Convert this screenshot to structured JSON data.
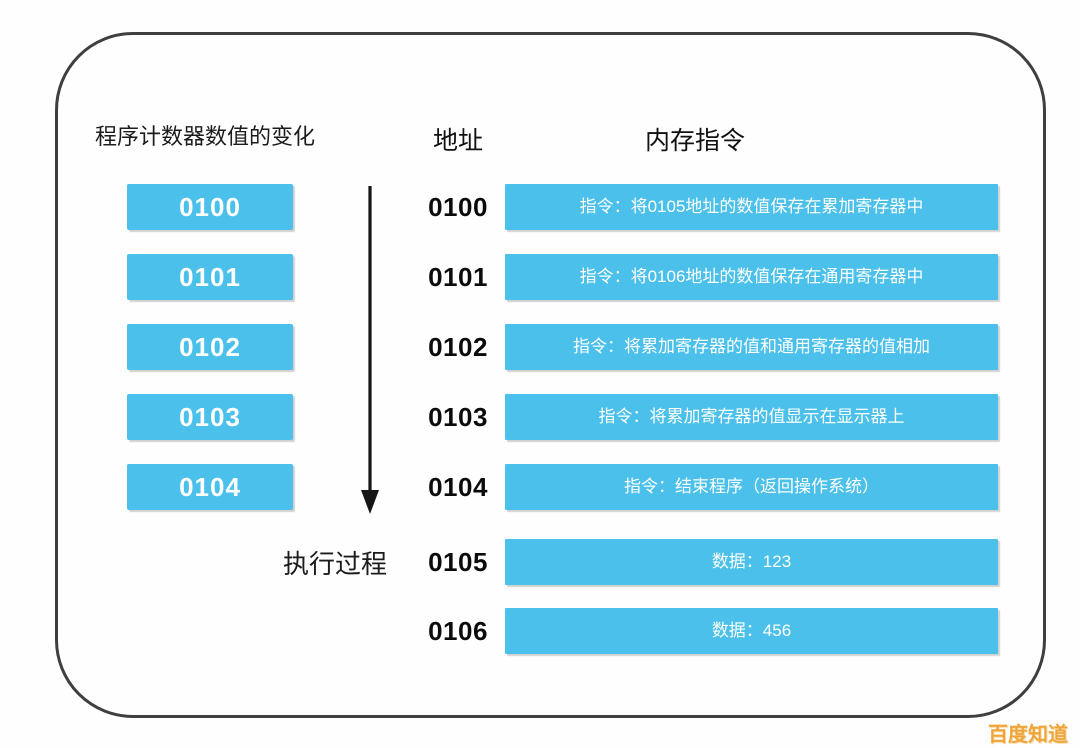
{
  "left_panel": {
    "title": "程序计数器数值的变化",
    "boxes": [
      "0100",
      "0101",
      "0102",
      "0103",
      "0104"
    ],
    "flow_label": "执行过程"
  },
  "memory_table": {
    "headers": {
      "address": "地址",
      "instruction": "内存指令"
    },
    "rows": [
      {
        "address": "0100",
        "content": "指令：将0105地址的数值保存在累加寄存器中"
      },
      {
        "address": "0101",
        "content": "指令：将0106地址的数值保存在通用寄存器中"
      },
      {
        "address": "0102",
        "content": "指令：将累加寄存器的值和通用寄存器的值相加"
      },
      {
        "address": "0103",
        "content": "指令：将累加寄存器的值显示在显示器上"
      },
      {
        "address": "0104",
        "content": "指令：结束程序（返回操作系统）"
      },
      {
        "address": "0105",
        "content": "数据：123"
      },
      {
        "address": "0106",
        "content": "数据：456"
      }
    ]
  },
  "watermark": "百度知道",
  "colors": {
    "bar_blue": "#4AC0EA",
    "bar_text": "#FFFFFF",
    "frame_border": "#3F3F3F",
    "text_dark": "#1C1C1C",
    "watermark_orange": "#EFA53C"
  }
}
